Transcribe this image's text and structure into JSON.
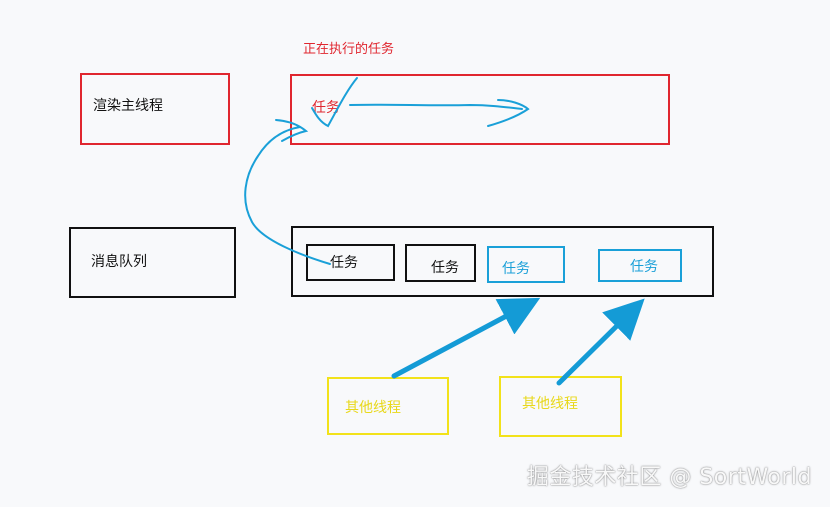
{
  "colors": {
    "red": "#e0262f",
    "black": "#111111",
    "blue": "#1aa0d8",
    "yellow": "#f2e21a",
    "blue_arrow": "#149bd6"
  },
  "render_thread": {
    "label": "渲染主线程"
  },
  "executing": {
    "caption": "正在执行的任务",
    "task": "任务"
  },
  "message_queue": {
    "label": "消息队列",
    "tasks": [
      "任务",
      "任务",
      "任务",
      "任务"
    ]
  },
  "other_threads": [
    "其他线程",
    "其他线程"
  ],
  "watermark": "掘金技术社区 @ SortWorld"
}
